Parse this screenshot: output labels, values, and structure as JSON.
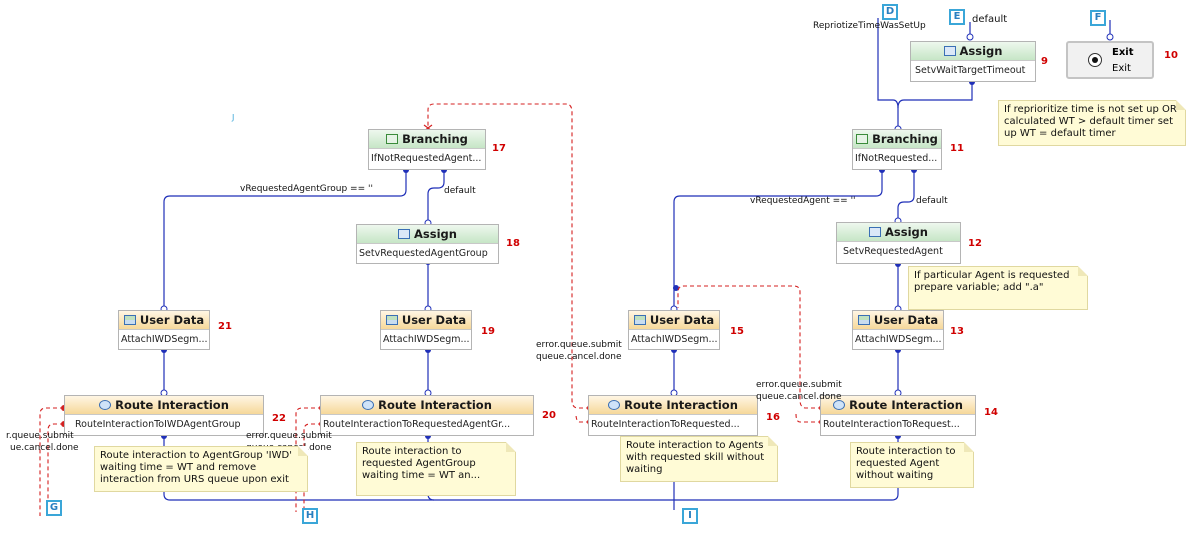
{
  "blocks": {
    "b9": {
      "type": "Assign",
      "value": "SetvWaitTargetTimeout",
      "num": "9"
    },
    "b11": {
      "type": "Branching",
      "value": "IfNotRequested...",
      "num": "11"
    },
    "b17": {
      "type": "Branching",
      "value": "IfNotRequestedAgent...",
      "num": "17"
    },
    "b18": {
      "type": "Assign",
      "value": "SetvRequestedAgentGroup",
      "num": "18"
    },
    "b12": {
      "type": "Assign",
      "value": "SetvRequestedAgent",
      "num": "12"
    },
    "b21": {
      "type": "User Data",
      "value": "AttachIWDSegm...",
      "num": "21"
    },
    "b19": {
      "type": "User Data",
      "value": "AttachIWDSegm...",
      "num": "19"
    },
    "b15": {
      "type": "User Data",
      "value": "AttachIWDSegm...",
      "num": "15"
    },
    "b13": {
      "type": "User Data",
      "value": "AttachIWDSegm...",
      "num": "13"
    },
    "b22": {
      "type": "Route Interaction",
      "value": "RouteInteractionToIWDAgentGroup",
      "num": "22"
    },
    "b20": {
      "type": "Route Interaction",
      "value": "RouteInteractionToRequestedAgentGr...",
      "num": "20"
    },
    "b16": {
      "type": "Route Interaction",
      "value": "RouteInteractionToRequested...",
      "num": "16"
    },
    "b14": {
      "type": "Route Interaction",
      "value": "RouteInteractionToRequest...",
      "num": "14"
    },
    "exit": {
      "type": "Exit",
      "value": "Exit",
      "num": "10"
    }
  },
  "labels": {
    "repri": "RepriotizeTimeWasSetUp",
    "default_e": "default",
    "v_group": "vRequestedAgentGroup == ''",
    "default_17": "default",
    "v_agent": "vRequestedAgent == ''",
    "default_11": "default",
    "err15_1": "error.queue.submit",
    "err15_2": "queue.cancel.done",
    "err14_1": "error.queue.submit",
    "err14_2": "queue.cancel.done",
    "err20_1": "error.queue.submit",
    "err20_2": "queue.cancel.done",
    "err22_1": "r.queue.submit",
    "err22_2": "ue.cancel.done",
    "stray": "J"
  },
  "connectors": {
    "D": "D",
    "E": "E",
    "F": "F",
    "G": "G",
    "H": "H",
    "I": "I"
  },
  "notes": {
    "n1": "If reprioritize time is not set up OR calculated WT > default timer set up WT = default timer",
    "n12": "If particular Agent is requested prepare variable; add \".a\"",
    "n22": "Route interaction to AgentGroup 'IWD' waiting time = WT and remove interaction from URS queue upon exit",
    "n20": "Route interaction to requested AgentGroup waiting time = WT an...",
    "n16": "Route interaction to Agents with requested skill without waiting",
    "n14": "Route interaction to requested Agent without waiting"
  },
  "colors": {
    "flow": "#1f2fb8",
    "error": "#d42020",
    "header_assign": "#c6e6c6",
    "header_userdata": "#f6d89a",
    "connector": "#3aa6d8",
    "number": "#d00000"
  }
}
